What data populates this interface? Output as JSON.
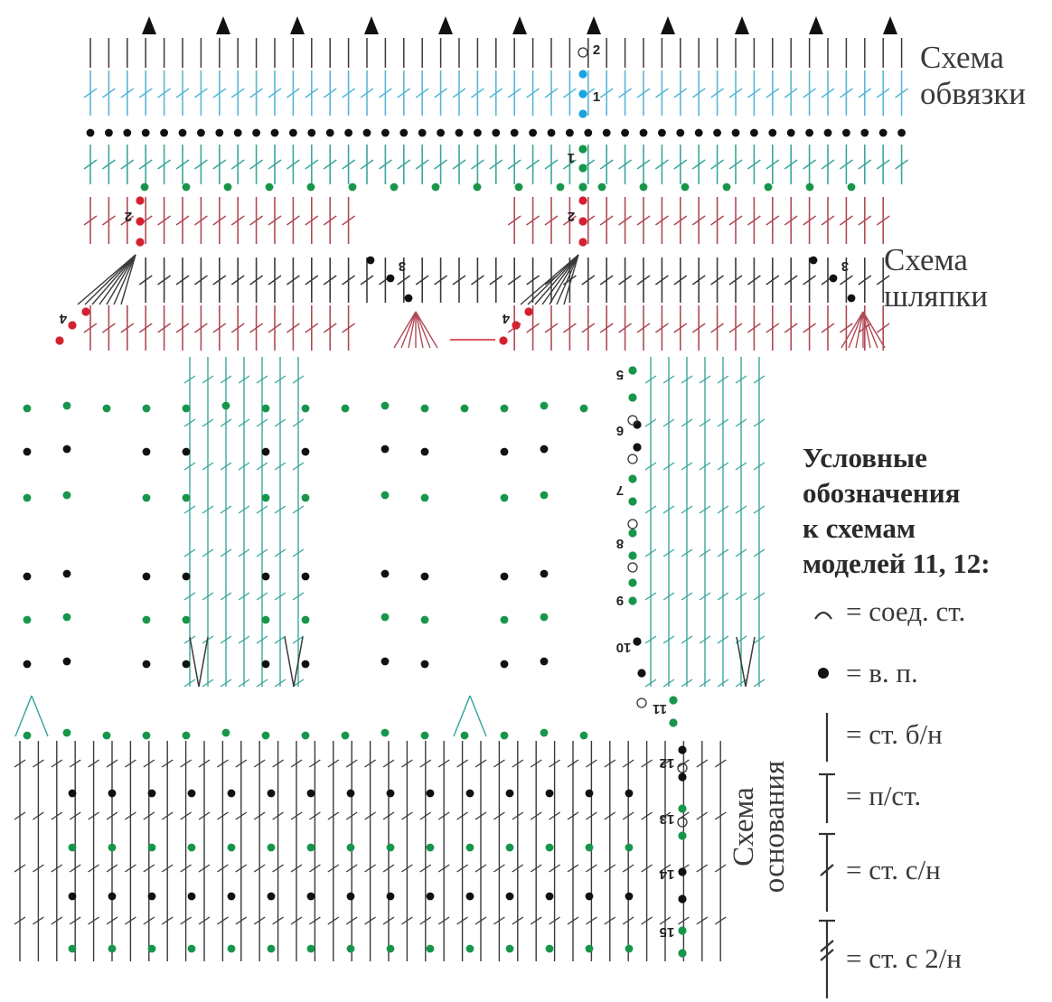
{
  "labels": {
    "trim": [
      "Схема",
      "обвязки"
    ],
    "hat": [
      "Схема",
      "шляпки"
    ],
    "base": [
      "Схема",
      "основания"
    ]
  },
  "legend": {
    "title": [
      "Условные",
      "обозначения",
      "к схемам",
      "моделей 11, 12:"
    ],
    "items": [
      {
        "symbol": "slip-stitch",
        "text": "= соед. ст."
      },
      {
        "symbol": "chain-stitch",
        "text": "= в. п."
      },
      {
        "symbol": "single-crochet",
        "text": "= ст. б/н"
      },
      {
        "symbol": "half-double-crochet",
        "text": "= п/ст."
      },
      {
        "symbol": "double-crochet",
        "text": "= ст. с/н"
      },
      {
        "symbol": "treble-crochet",
        "text": "= ст. с 2/н"
      }
    ]
  },
  "row_numbers": {
    "trim": [
      "1",
      "2"
    ],
    "hat": [
      "1",
      "2",
      "3",
      "4",
      "2",
      "3",
      "4"
    ],
    "base": [
      "5",
      "6",
      "7",
      "8",
      "9",
      "10",
      "11",
      "12",
      "13",
      "14",
      "15"
    ]
  },
  "colors": {
    "text": "#3a3a3a",
    "line": "#3a3a3a",
    "teal": "#3aa79a",
    "light_blue": "#58b7d6",
    "red_stitch": "#b04a55",
    "red_dot": "#d4202f",
    "green_dot": "#17964b",
    "black_dot": "#111111",
    "blue_dot": "#1aa3e0"
  }
}
